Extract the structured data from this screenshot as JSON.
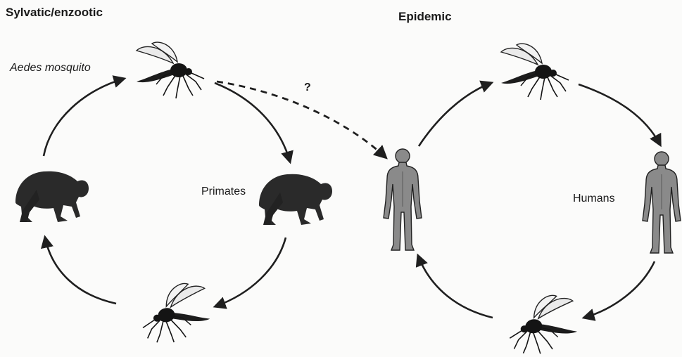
{
  "sylvatic": {
    "title": "Sylvatic/enzootic",
    "mosquito_label": "Aedes mosquito",
    "primates_label": "Primates"
  },
  "epidemic": {
    "title": "Epidemic",
    "humans_label": "Humans"
  },
  "spillover": {
    "label": "?"
  },
  "colors": {
    "ink": "#1a1a1a",
    "arrow": "#1f1f1f",
    "human_fill": "#8a8a8a",
    "primate_fill": "#2a2a2a"
  },
  "icons": [
    "mosquito-icon",
    "primate-icon",
    "human-icon"
  ]
}
